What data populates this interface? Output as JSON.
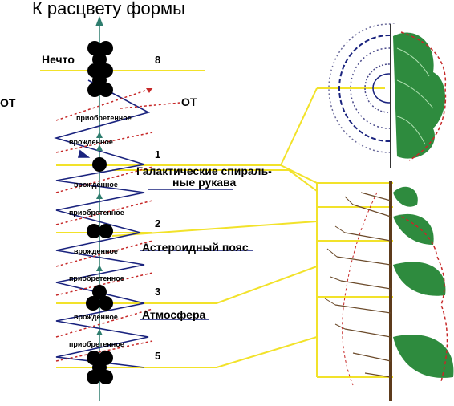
{
  "title": "К расцвету формы",
  "left_labels": {
    "top": "Нечто",
    "side_left": "ОТ",
    "side_right": "ОТ"
  },
  "levels": [
    {
      "number": "8",
      "label": ""
    },
    {
      "number": "1",
      "label_line1": "Галактические спираль-",
      "label_line2": "ные рукава"
    },
    {
      "number": "2",
      "label": "Астероидный пояс"
    },
    {
      "number": "3",
      "label": "Атмосфера"
    },
    {
      "number": "5",
      "label": ""
    }
  ],
  "zigzag_labels": {
    "acquired": "приобретенное",
    "innate": "врожденное"
  },
  "colors": {
    "yellow": "#f2e22a",
    "navy": "#1a237e",
    "red_dashed": "#c62828",
    "teal": "#2e7d6e",
    "leaf_green": "#2e8b3e"
  }
}
